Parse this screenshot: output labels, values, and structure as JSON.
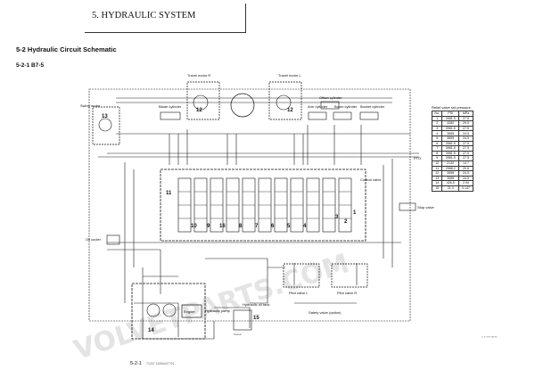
{
  "header": {
    "chapter_title": "5. HYDRAULIC SYSTEM"
  },
  "section": {
    "title": "5-2 Hydraulic Circuit Schematic",
    "subtitle": "5-2-1 B7-5"
  },
  "watermark": {
    "text": "VOLVETPARTS.COM"
  },
  "components": {
    "travel_motor_r": "Travel motor R",
    "travel_motor_l": "Travel motor L",
    "blade_cylinder": "Blade cylinder",
    "swing_motor": "Swing motor",
    "offset_cylinder": "Offset cylinder",
    "arm_cylinder": "Arm cylinder",
    "boom_cylinder": "Boom cylinder",
    "bucket_cylinder": "Bucket cylinder",
    "pto": "PTO",
    "control_valve": "Control valve",
    "stop_valve": "Stop valve",
    "oil_cooler": "Oil cooler",
    "engine": "Engine",
    "hydraulic_pump": "Hydraulic pump",
    "hydraulic_oil_tank": "Hydraulic oil tank",
    "pilot_valve_l": "Pilot valve L",
    "pilot_valve_r": "Pilot valve R",
    "safety_valve": "Safety valve (option)",
    "strainer": "Strainer"
  },
  "numbers": {
    "n11": "11",
    "n12a": "12",
    "n12b": "12",
    "n13": "13",
    "n14": "14",
    "n15": "15",
    "n16": "16",
    "n1": "1",
    "n2": "2",
    "n3": "3",
    "n4": "4",
    "n5": "5",
    "n6": "6",
    "n7": "7",
    "n8": "8",
    "n9": "9",
    "n10": "10"
  },
  "relief_table": {
    "caption": "Relief valve set pressure",
    "headers": [
      "No.",
      "PSI",
      "MPa"
    ],
    "rows": [
      [
        "1",
        "3981.5",
        "27.5"
      ],
      [
        "2",
        "4280",
        "29.5"
      ],
      [
        "3",
        "3981.5",
        "27.5"
      ],
      [
        "4",
        "3555",
        "24.5"
      ],
      [
        "5",
        "3555",
        "24.5"
      ],
      [
        "6",
        "3981.5",
        "27.5"
      ],
      [
        "7",
        "3981.5",
        "27.5"
      ],
      [
        "8",
        "3981.5",
        "27.5"
      ],
      [
        "9",
        "3981.5",
        "27.5"
      ],
      [
        "10",
        "2132",
        "14.7"
      ],
      [
        "11",
        "2988.2",
        "20.6"
      ],
      [
        "12",
        "3555",
        "24.5"
      ],
      [
        "13",
        "3555",
        "24.5"
      ],
      [
        "14",
        "426.5",
        "2.94"
      ],
      [
        "15",
        "21.3",
        "0.147"
      ]
    ]
  },
  "footer": {
    "page_number": "5-2-1",
    "doc_code": "71207 1839A/07?01",
    "corner_note": "7.7-??? 8???"
  }
}
